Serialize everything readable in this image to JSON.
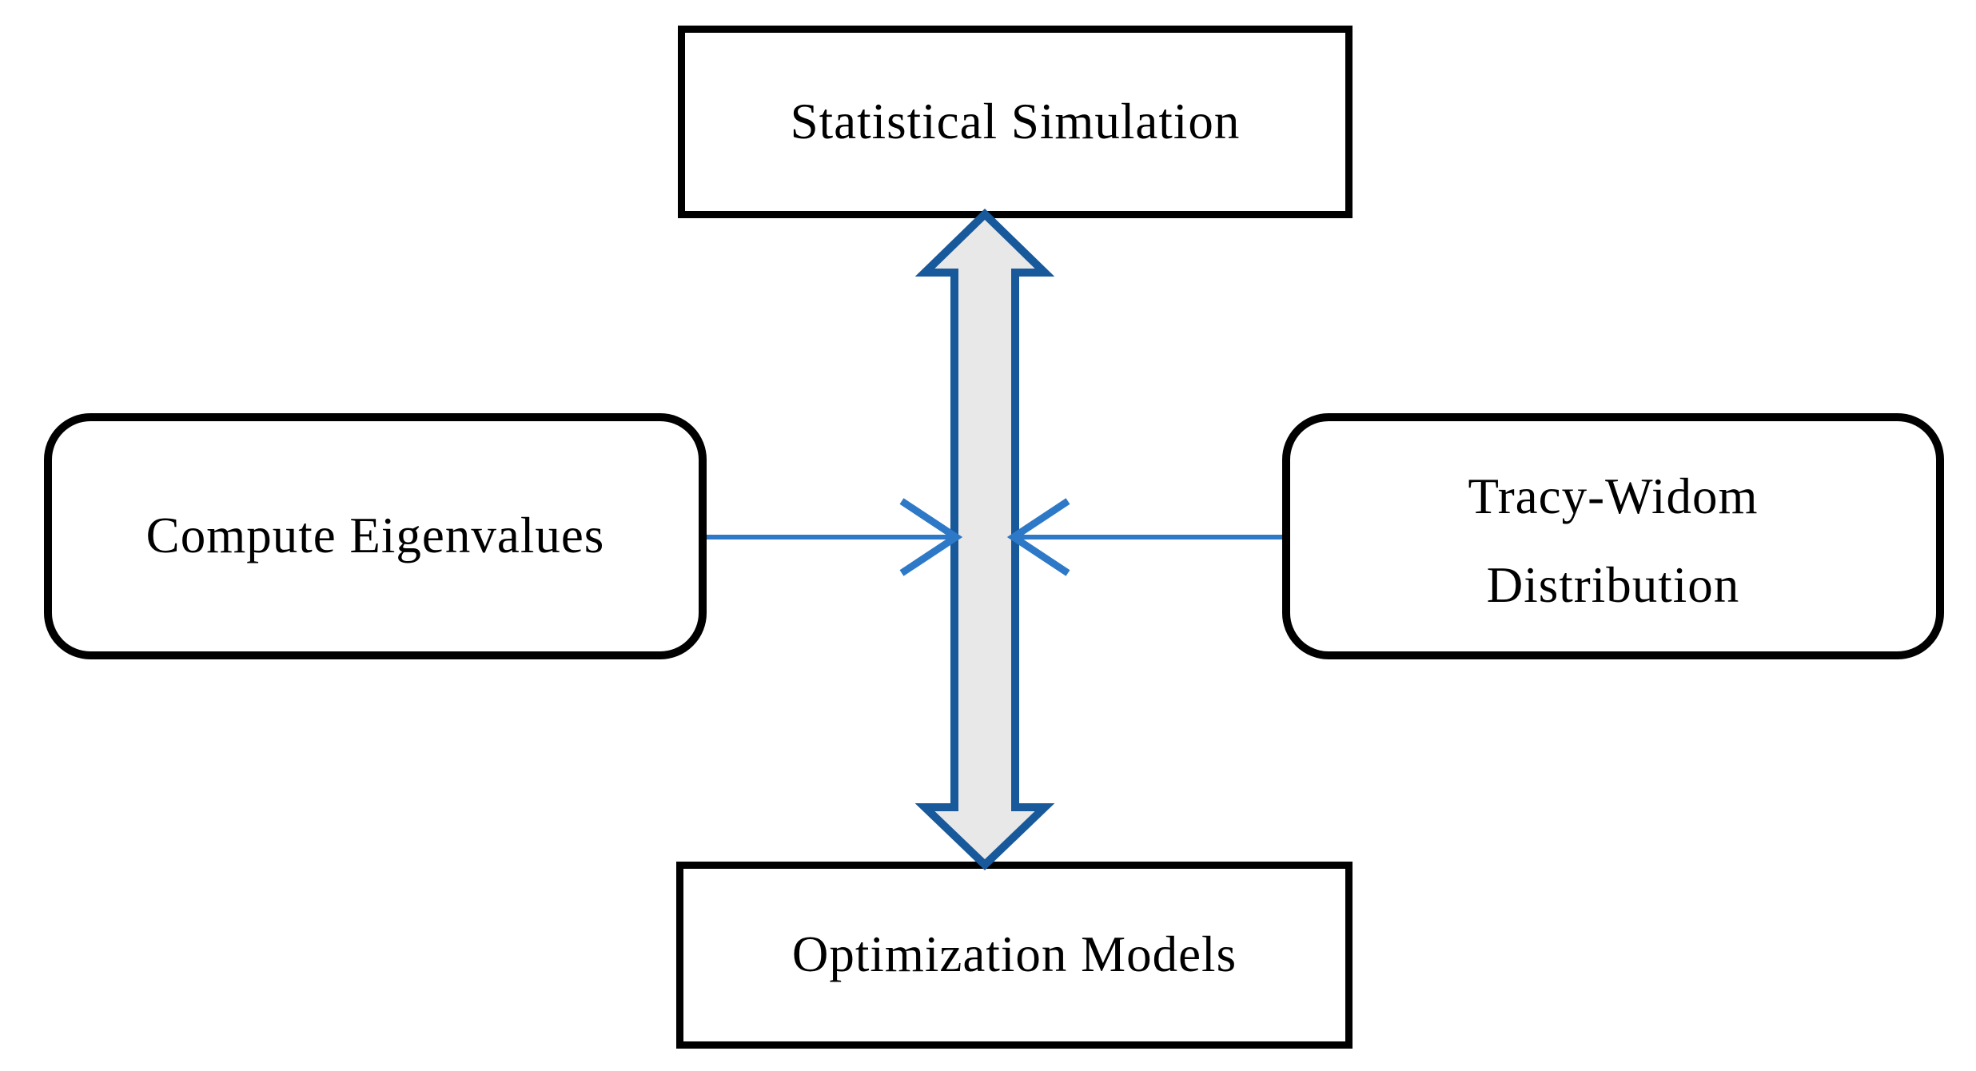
{
  "diagram": {
    "nodes": {
      "top": {
        "label": "Statistical Simulation"
      },
      "left": {
        "label": "Compute Eigenvalues"
      },
      "right": {
        "line1": "Tracy-Widom",
        "line2": "Distribution"
      },
      "bottom": {
        "label": "Optimization Models"
      }
    },
    "arrows": {
      "vertical": "double-headed arrow between Statistical Simulation and Optimization Models",
      "from_left": "arrow from Compute Eigenvalues to center",
      "from_right": "arrow from Tracy-Widom Distribution to center"
    }
  },
  "colors": {
    "background": "#FFFFFF",
    "box_border": "#000000",
    "text": "#000000",
    "double_arrow_outline": "#18599B",
    "double_arrow_fill": "#E8E8E8",
    "thin_arrow": "#2E79C7"
  }
}
